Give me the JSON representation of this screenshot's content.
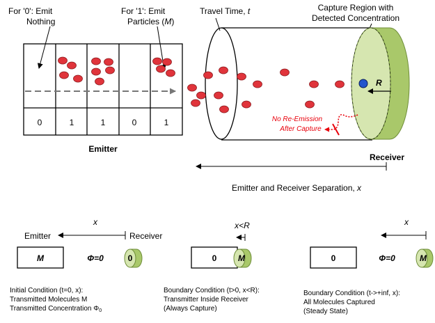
{
  "emitter": {
    "label_zero_lines": [
      "For '0': Emit",
      "Nothing"
    ],
    "label_one_lines": [
      "For '1': Emit",
      "Particles ("
    ],
    "label_one_var": "M",
    "label_one_close": ")",
    "bits": [
      "0",
      "1",
      "1",
      "0",
      "1"
    ],
    "caption": "Emitter"
  },
  "channel": {
    "travel_time": "Travel Time, ",
    "travel_time_var": "t",
    "capture_region_lines": [
      "Capture Region with",
      "Detected Concentration"
    ],
    "radius_label": "R",
    "no_reemission_lines": [
      "No Re-Emission",
      "After Capture"
    ],
    "receiver_caption": "Receiver",
    "separation_label": "Emitter and Receiver Separation, ",
    "separation_var": "x"
  },
  "conditions": [
    {
      "top_label": "x",
      "emitter_label": "Emitter",
      "receiver_label": "Receiver",
      "box_value": "M",
      "phi_label": "Φ=0",
      "cyl_value": "0",
      "caption_lines": [
        "Initial Condition (t=0, x):",
        "Transmitted Molecules M",
        "Transmitted Concentration Φ"
      ],
      "caption_sub": "0"
    },
    {
      "top_label": "x<R",
      "box_value": "0",
      "cyl_value": "M",
      "caption_lines": [
        "Boundary Condition (t>0, x<R):",
        "Transmitter Inside Receiver",
        "(Always Capture)"
      ]
    },
    {
      "top_label": "x",
      "box_value": "0",
      "phi_label": "Φ=0",
      "cyl_value": "M",
      "caption_lines": [
        "Boundary Condition (t->+inf, x):",
        "All Molecules Captured",
        "(Steady State)"
      ]
    }
  ],
  "colors": {
    "particle": "#e0343b",
    "cylinder_fill": "#d6e6b0",
    "cylinder_dark": "#a9c86a",
    "receiver_dot": "#2255cc",
    "annotation_red": "#e8000b"
  }
}
